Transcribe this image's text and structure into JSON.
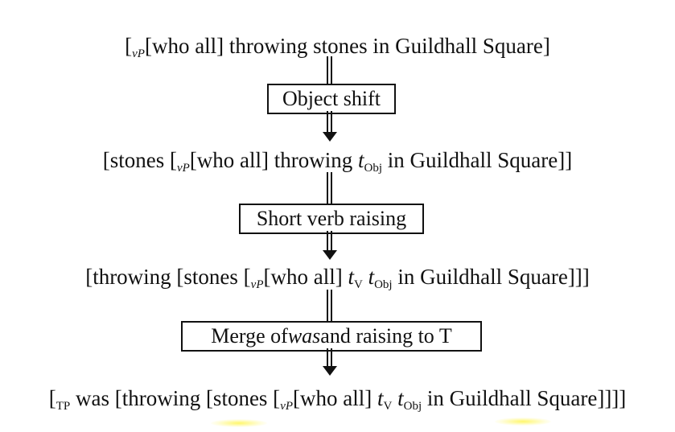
{
  "steps": [
    {
      "pieces": [
        {
          "t": "["
        },
        {
          "t": "vP",
          "sub": true,
          "it": true
        },
        {
          "t": "[who all] throwing stones in Guildhall Square]"
        }
      ]
    },
    {
      "pieces": [
        {
          "t": "[stones ["
        },
        {
          "t": "vP",
          "sub": true,
          "it": true
        },
        {
          "t": "[who all] throwing "
        },
        {
          "t": "t",
          "it": true
        },
        {
          "t": "Obj",
          "sub": true
        },
        {
          "t": " in Guildhall Square]]"
        }
      ]
    },
    {
      "pieces": [
        {
          "t": "[throwing [stones ["
        },
        {
          "t": "vP",
          "sub": true,
          "it": true
        },
        {
          "t": "[who all] "
        },
        {
          "t": "t",
          "it": true
        },
        {
          "t": "V",
          "sub": true
        },
        {
          "t": " "
        },
        {
          "t": "t",
          "it": true
        },
        {
          "t": "Obj",
          "sub": true
        },
        {
          "t": " in Guildhall Square]]]"
        }
      ]
    },
    {
      "pieces": [
        {
          "t": "["
        },
        {
          "t": "TP",
          "sub": true
        },
        {
          "t": " was [throwing [stones ["
        },
        {
          "t": "vP",
          "sub": true,
          "it": true
        },
        {
          "t": "[who all] "
        },
        {
          "t": "t",
          "it": true
        },
        {
          "t": "V",
          "sub": true
        },
        {
          "t": " "
        },
        {
          "t": "t",
          "it": true
        },
        {
          "t": "Obj",
          "sub": true
        },
        {
          "t": " in Guildhall Square]]]]"
        }
      ]
    }
  ],
  "operations": {
    "object_shift": "Object shift",
    "short_verb_raising": "Short verb raising",
    "merge_prefix": "Merge of ",
    "merge_italic": "was",
    "merge_suffix": " and raising to T"
  },
  "colors": {
    "ink": "#111111",
    "highlight": "#fff34d"
  }
}
